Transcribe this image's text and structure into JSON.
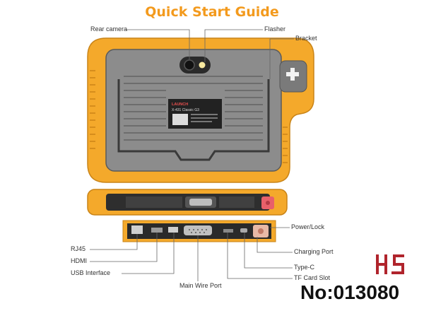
{
  "title": "Quick Start Guide",
  "device_label": {
    "brand": "LAUNCH",
    "model": "X-431 Classic G3"
  },
  "callouts": {
    "rear_camera": "Rear camera",
    "flasher": "Flasher",
    "bracket": "Bracket",
    "power_lock": "Power/Lock",
    "rj45": "RJ45",
    "hdmi": "HDMI",
    "usb_interface": "USB Interface",
    "main_wire_port": "Main Wire Port",
    "charging_port": "Charging Port",
    "type_c": "Type-C",
    "tf_card_slot": "TF Card Slot"
  },
  "watermark": {
    "logo_text": "HS",
    "number": "No:013080"
  },
  "colors": {
    "title": "#f39a1d",
    "bumper": "#f4a92b",
    "panel": "#8c8c8c",
    "power_button": "#e8606a"
  }
}
